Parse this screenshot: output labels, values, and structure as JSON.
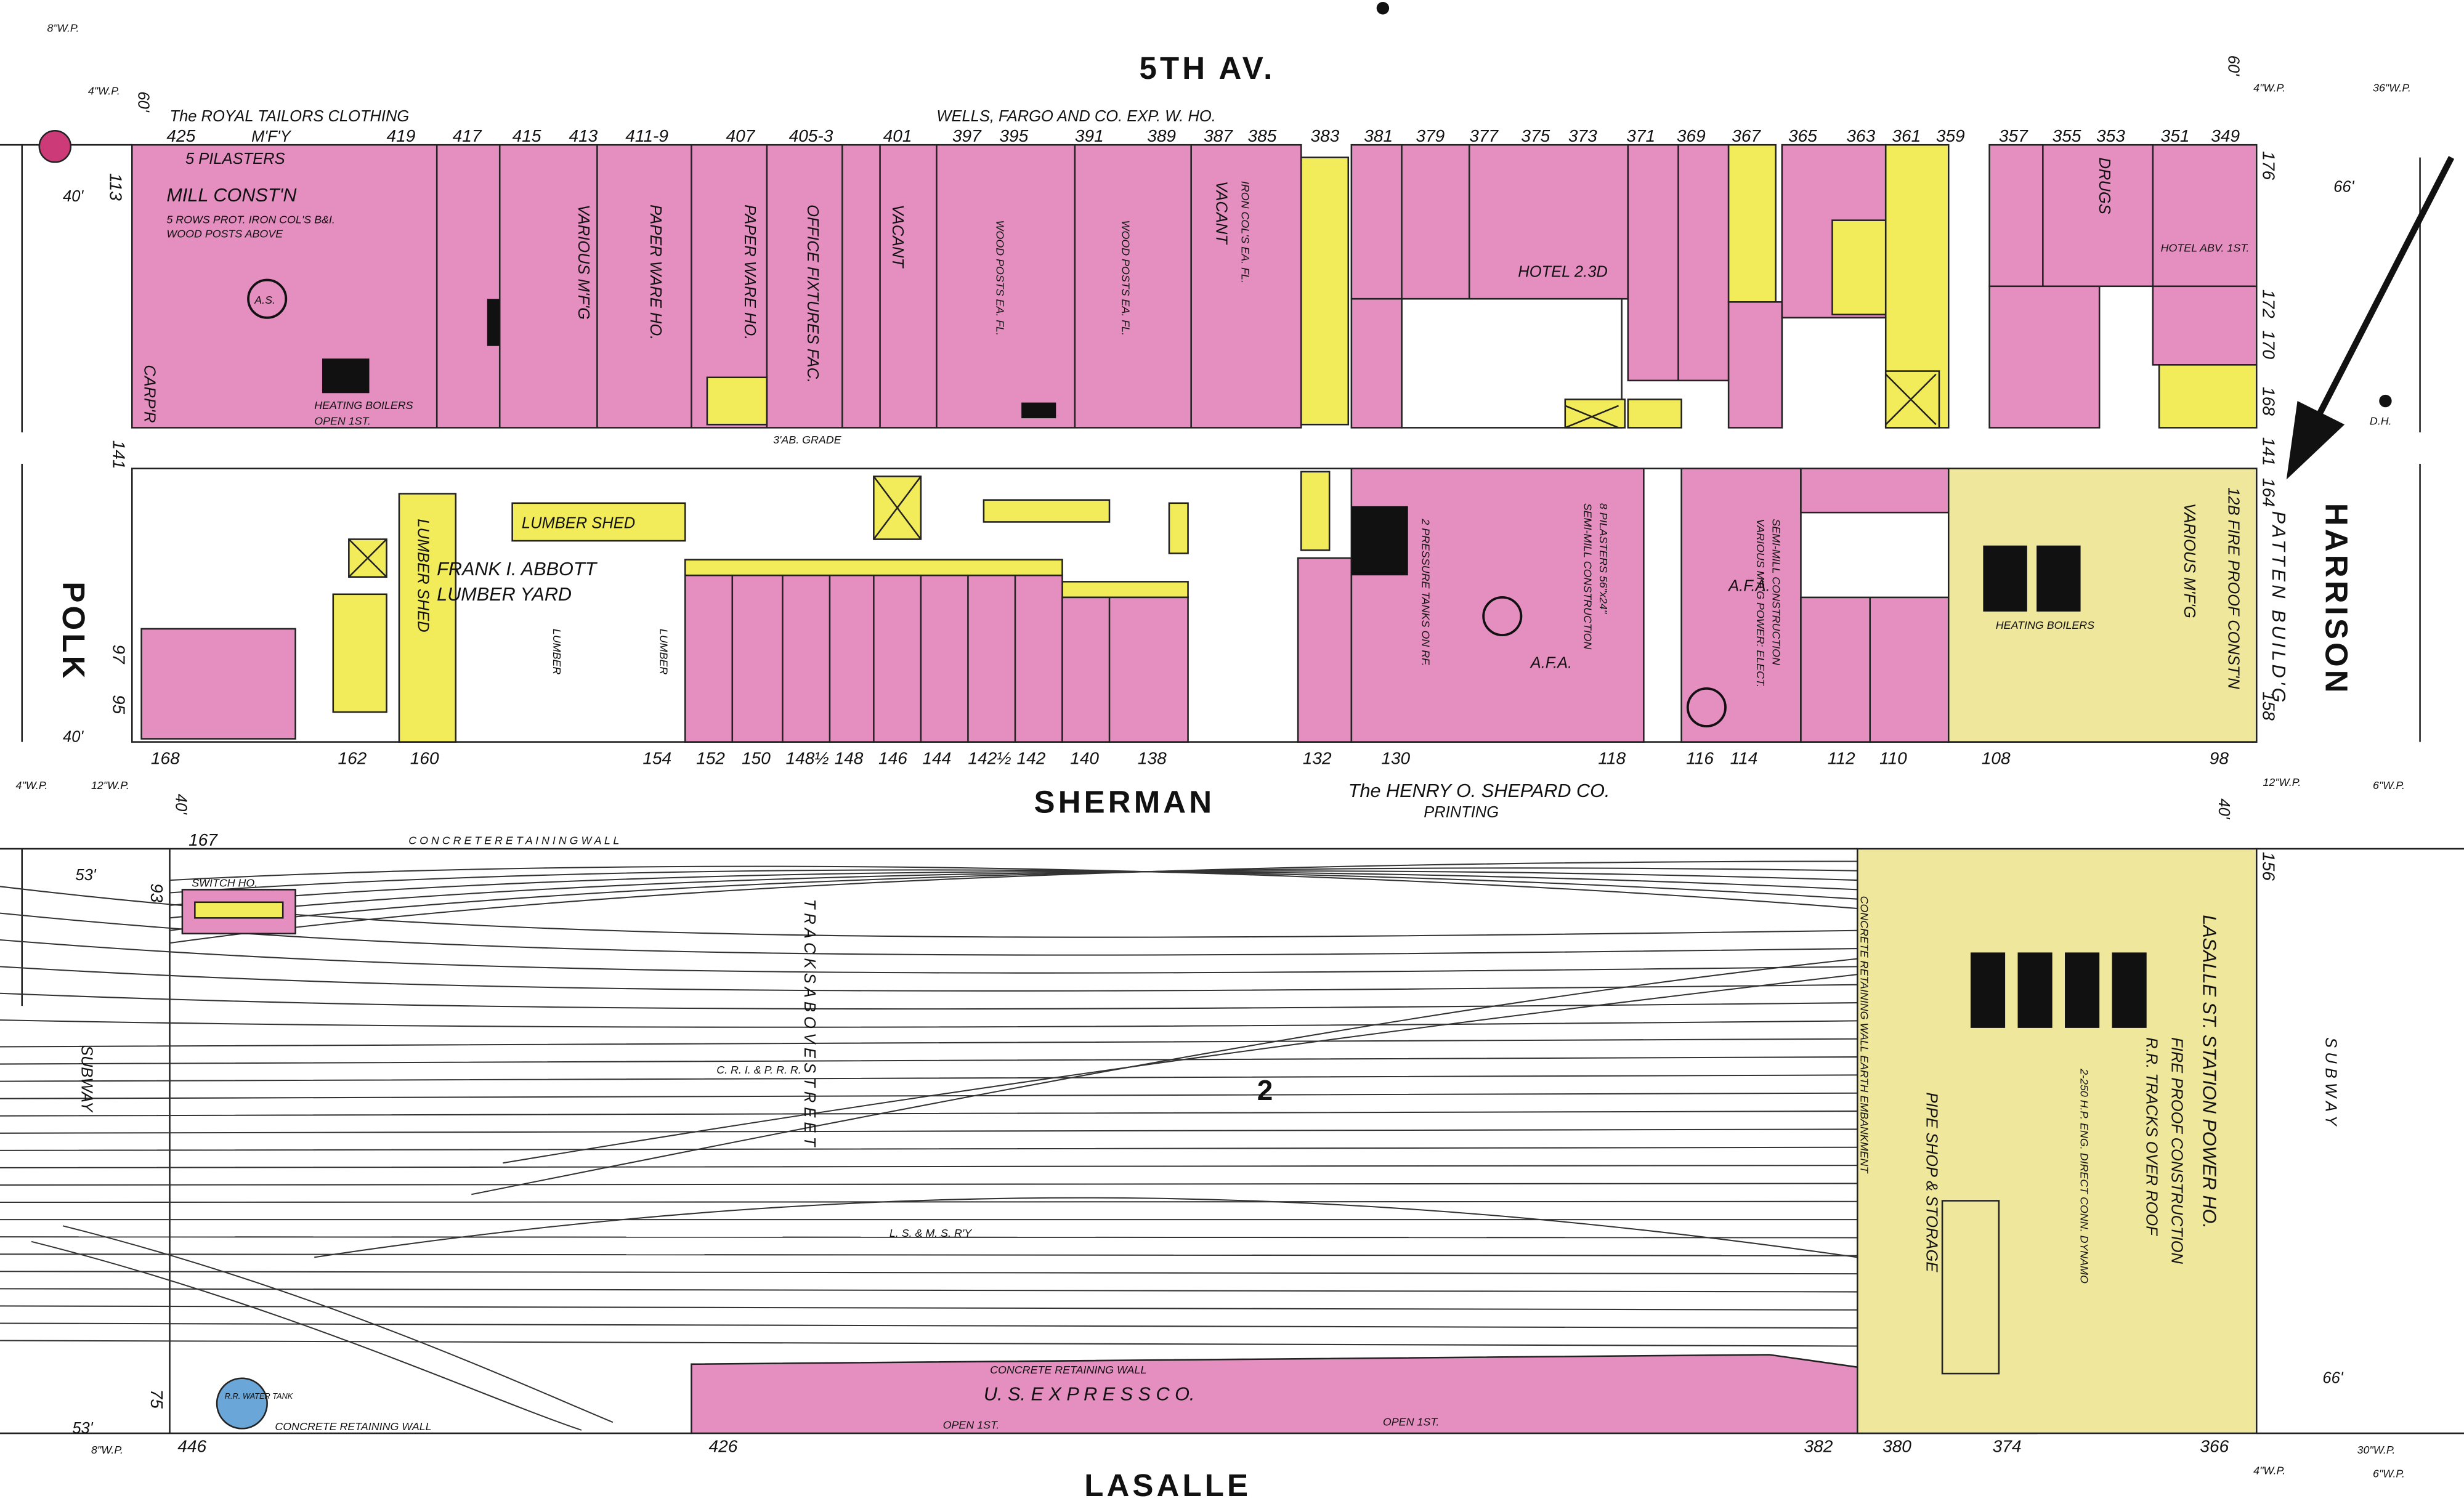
{
  "streets": {
    "north": "5TH AV.",
    "west": "POLK",
    "east": "HARRISON",
    "middle": "SHERMAN",
    "south": "LASALLE"
  },
  "street_widths": {
    "fifth_left": "60'",
    "fifth_right": "60'",
    "harrison_top": "66'",
    "harrison_bottom": "66'",
    "polk_top": "40'",
    "polk_mid": "40'",
    "sherman_right": "40'",
    "sherman_left": "40'",
    "polk_rail_top": "53'",
    "polk_rail_bottom": "53'"
  },
  "hydrants": {
    "w8": "8\"W.P.",
    "w4a": "4\"W.P.",
    "w36": "36\"W.P.",
    "w4b": "4\"W.P.",
    "w12a": "12\"W.P.",
    "w6a": "6\"W.P.",
    "w4c": "4\"W.P.",
    "w12b": "12\"W.P.",
    "w8b": "8\"W.P.",
    "w4d": "4\"W.P.",
    "w30": "30\"W.P.",
    "w6b": "6\"W.P.",
    "dh": "D.H."
  },
  "addresses": {
    "fifth_av": [
      "425",
      "419",
      "417",
      "415",
      "413",
      "411-9",
      "407",
      "405-3",
      "401",
      "397",
      "395",
      "391",
      "389",
      "387",
      "385",
      "383",
      "381",
      "379",
      "377",
      "375",
      "373",
      "371",
      "369",
      "367",
      "365",
      "363",
      "361",
      "359",
      "357",
      "355",
      "353",
      "351",
      "349"
    ],
    "sherman": [
      "168",
      "162",
      "160",
      "154",
      "152",
      "150",
      "148½",
      "148",
      "146",
      "144",
      "142½",
      "142",
      "140",
      "138",
      "132",
      "130",
      "118",
      "116",
      "114",
      "112",
      "110",
      "108",
      "98"
    ],
    "harrison": [
      "176",
      "172",
      "170",
      "168",
      "141",
      "164",
      "158",
      "156"
    ],
    "polk": [
      "113",
      "141",
      "97",
      "95",
      "167",
      "93",
      "75"
    ],
    "lasalle": [
      "446",
      "426",
      "382",
      "380",
      "374",
      "366"
    ]
  },
  "labels": {
    "royal_tailors": "The ROYAL TAILORS CLOTHING",
    "mfy": "M'F'Y",
    "wells_fargo": "WELLS, FARGO AND CO. EXP. W. HO.",
    "mill_const": "MILL CONST'N",
    "mill_detail1": "5 ROWS PROT. IRON COL'S B&I.",
    "mill_detail2": "WOOD POSTS ABOVE",
    "pilasters": "5 PILASTERS",
    "carp": "CARP'R",
    "heating_boilers_1": "HEATING BOILERS",
    "open_1st": "OPEN 1ST.",
    "various_mfg_1": "VARIOUS M'F'G",
    "paper_ware_1": "PAPER WARE HO.",
    "paper_ware_2": "PAPER WARE HO.",
    "office_fixtures": "OFFICE FIXTURES FAC.",
    "vacant_1": "VACANT",
    "wood_posts_1": "WOOD POSTS EA. FL.",
    "wood_posts_2": "WOOD POSTS EA. FL.",
    "vacant_2": "VACANT",
    "iron_cols": "IRON COL'S EA. FL.",
    "hotel": "HOTEL 2.3D",
    "drugs": "DRUGS",
    "hotel_abv": "HOTEL ABV. 1ST.",
    "ab_grade": "3'AB. GRADE",
    "lumber_shed_1": "LUMBER SHED",
    "lumber_shed_2": "LUMBER SHED",
    "abbott_1": "FRANK I. ABBOTT",
    "abbott_2": "LUMBER     YARD",
    "lumber_1": "LUMBER",
    "lumber_2": "LUMBER",
    "afa_1": "A.F.A.",
    "semi_mill": "SEMI-MILL CONSTRUCTION",
    "pilasters_8": "8 PILASTERS 56\"x24\"",
    "pressure_tanks": "2 PRESSURE TANKS ON RF.",
    "afa_2": "A.F.A.",
    "various_mfg_2": "VARIOUS M'F'G POWER: ELECT.",
    "semi_mill_2": "SEMI-MILL CONSTRUCTION",
    "patten": "PATTEN BUILD'G",
    "fire_proof_1": "12B FIRE PROOF CONST'N",
    "various_mfg_3": "VARIOUS M'F'G",
    "heating_boilers_2": "HEATING BOILERS",
    "shepard_1": "The HENRY O. SHEPARD CO.",
    "shepard_2": "PRINTING",
    "retaining_wall_top": "C O N C R E T E     R E T A I N I N G     W A L L",
    "switch_ho": "SWITCH HO.",
    "tracks_above": "T R A C K S   A B O V E   S T R E E T",
    "cri": "C. R. I. & P. R. R.",
    "lsms": "L. S. & M. S. R'Y",
    "sheet_no": "2",
    "subway_left": "SUBWAY",
    "subway_right": "S U B W A Y",
    "power_ho": "LASALLE ST. STATION POWER HO.",
    "fire_proof_2": "FIRE PROOF CONSTRUCTION",
    "tracks_over_roof": "R.R. TRACKS OVER ROOF",
    "engines": "2-250 H.P. ENG. DIRECT CONN. DYNAMO",
    "pipe_shop": "PIPE SHOP & STORAGE",
    "embankment": "CONCRETE RETAINING WALL  EARTH EMBANKMENT",
    "us_express": "U.  S.   E X P R E S S   C O.",
    "retaining_wall_exp": "CONCRETE RETAINING WALL",
    "open_1st_a": "OPEN 1ST.",
    "open_1st_b": "OPEN 1ST.",
    "water_tank": "R.R. WATER TANK",
    "retaining_wall_bottom": "CONCRETE   RETAINING   WALL",
    "as": "A.S."
  },
  "colors": {
    "brick": "#e58fc0",
    "frame": "#f3ec5a",
    "fireproof": "#efe79c",
    "water_tank": "#6aa7d8"
  }
}
